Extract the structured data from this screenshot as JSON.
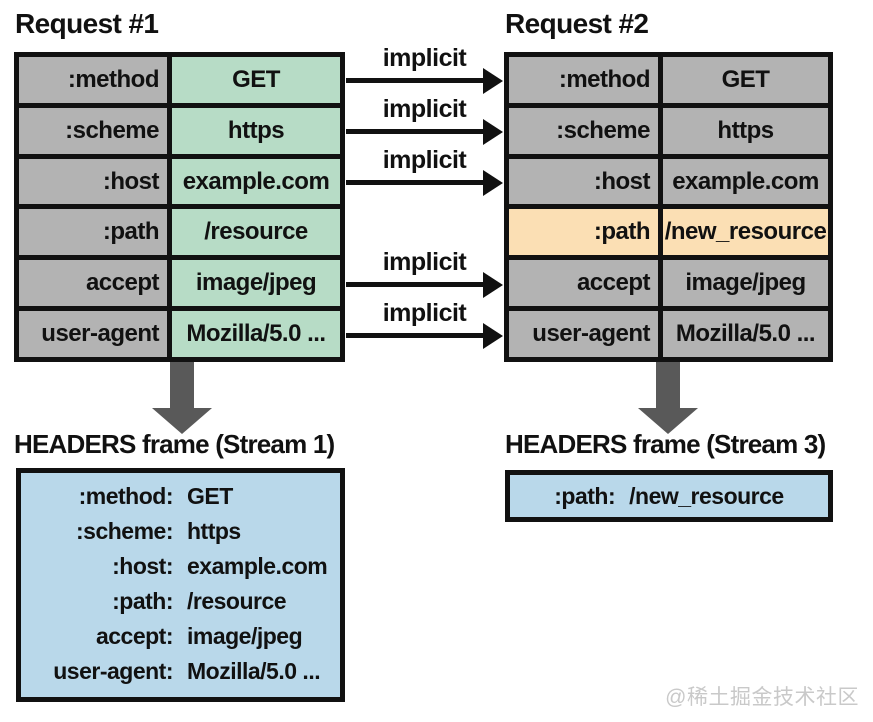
{
  "titles": {
    "request1": "Request #1",
    "request2": "Request #2",
    "frame1": "HEADERS frame (Stream 1)",
    "frame3": "HEADERS frame (Stream 3)"
  },
  "request1": {
    "rows": [
      {
        "name": ":method",
        "value": "GET"
      },
      {
        "name": ":scheme",
        "value": "https"
      },
      {
        "name": ":host",
        "value": "example.com"
      },
      {
        "name": ":path",
        "value": "/resource"
      },
      {
        "name": "accept",
        "value": "image/jpeg"
      },
      {
        "name": "user-agent",
        "value": "Mozilla/5.0 ..."
      }
    ]
  },
  "request2": {
    "rows": [
      {
        "name": ":method",
        "value": "GET",
        "highlight": false
      },
      {
        "name": ":scheme",
        "value": "https",
        "highlight": false
      },
      {
        "name": ":host",
        "value": "example.com",
        "highlight": false
      },
      {
        "name": ":path",
        "value": "/new_resource",
        "highlight": true
      },
      {
        "name": "accept",
        "value": "image/jpeg",
        "highlight": false
      },
      {
        "name": "user-agent",
        "value": "Mozilla/5.0 ...",
        "highlight": false
      }
    ]
  },
  "arrows": {
    "label": "implicit",
    "count": 5
  },
  "frame1": {
    "entries": [
      {
        "key": ":method:",
        "value": "GET"
      },
      {
        "key": ":scheme:",
        "value": "https"
      },
      {
        "key": ":host:",
        "value": "example.com"
      },
      {
        "key": ":path:",
        "value": "/resource"
      },
      {
        "key": "accept:",
        "value": "image/jpeg"
      },
      {
        "key": "user-agent:",
        "value": "Mozilla/5.0 ..."
      }
    ]
  },
  "frame3": {
    "key": ":path:",
    "value": "/new_resource"
  },
  "watermark": "@稀土掘金技术社区",
  "colors": {
    "header_gray": "#b3b3b3",
    "indexed_green": "#b7dcc6",
    "changed_orange": "#fbdfb4",
    "frame_blue": "#b9d8ea",
    "down_arrow_gray": "#595959",
    "ink": "#111111"
  }
}
